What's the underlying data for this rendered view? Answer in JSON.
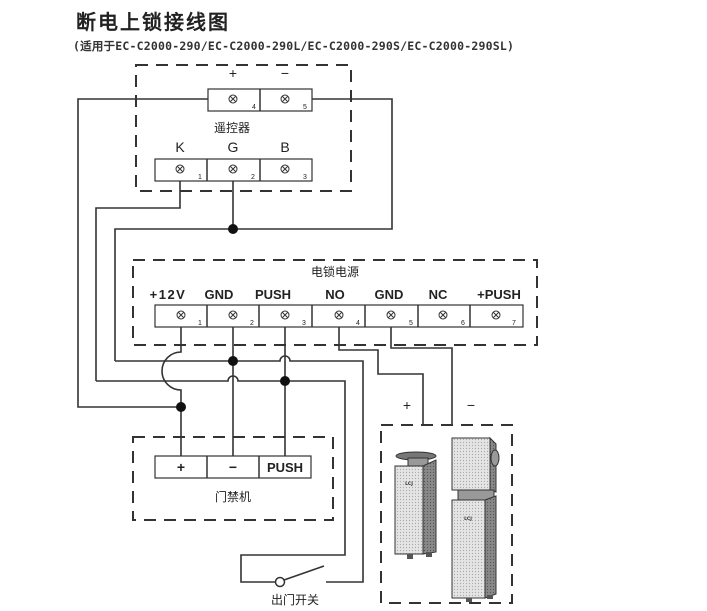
{
  "title": "断电上锁接线图",
  "subtitle": "(适用于EC-C2000-290/EC-C2000-290L/EC-C2000-290S/EC-C2000-290SL)",
  "remote": {
    "name": "遥控器",
    "power_labels": [
      "+",
      "−"
    ],
    "power_terminals": [
      "4",
      "5"
    ],
    "signal_labels": [
      "K",
      "G",
      "B"
    ],
    "signal_terminals": [
      "1",
      "2",
      "3"
    ]
  },
  "lock_power": {
    "name": "电锁电源",
    "labels": [
      "+12V",
      "GND",
      "PUSH",
      "NO",
      "GND",
      "NC",
      "+PUSH"
    ],
    "terminals": [
      "1",
      "2",
      "3",
      "4",
      "5",
      "6",
      "7"
    ]
  },
  "access_control": {
    "name": "门禁机",
    "labels": [
      "+",
      "−",
      "PUSH"
    ]
  },
  "exit_switch": {
    "name": "出门开关"
  },
  "lock": {
    "plus_label": "+",
    "minus_label": "−",
    "brand": "LCJ"
  }
}
